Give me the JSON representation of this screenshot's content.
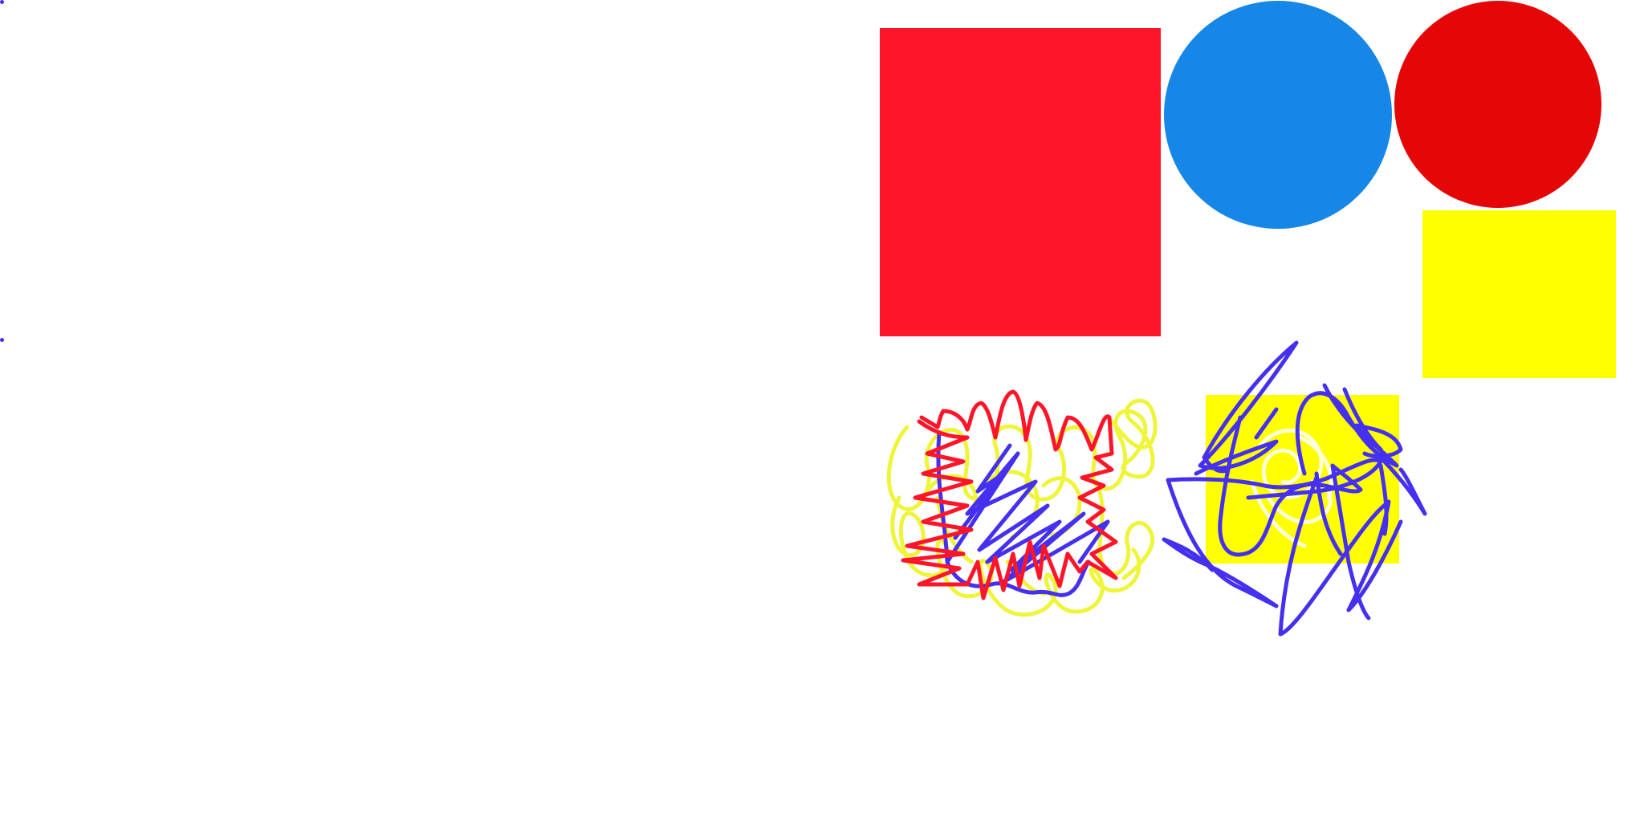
{
  "canvas": {
    "background": "#ffffff"
  },
  "colors": {
    "red_square": "#ff1529",
    "blue_circle": "#1687e6",
    "red_circle": "#e50707",
    "yellow": "#ffff00",
    "scribble_yellow": "#eef53b",
    "scribble_red": "#ff1529",
    "scribble_blue": "#4530f0",
    "marker_dot": "#4530f0"
  },
  "shapes": [
    {
      "kind": "square",
      "name": "red-square",
      "color": "red_square"
    },
    {
      "kind": "circle",
      "name": "blue-circle",
      "color": "blue_circle"
    },
    {
      "kind": "circle",
      "name": "red-circle",
      "color": "red_circle"
    },
    {
      "kind": "square",
      "name": "yellow-square-top",
      "color": "yellow"
    },
    {
      "kind": "square",
      "name": "yellow-square-middle",
      "color": "yellow"
    }
  ],
  "scribbles": [
    {
      "name": "yellow-scribble-left",
      "color": "scribble_yellow"
    },
    {
      "name": "blue-scribble-left",
      "color": "scribble_blue"
    },
    {
      "name": "red-scribble-left",
      "color": "scribble_red"
    },
    {
      "name": "white-scribble-right",
      "color": "canvas"
    },
    {
      "name": "blue-scribble-right",
      "color": "scribble_blue"
    }
  ]
}
